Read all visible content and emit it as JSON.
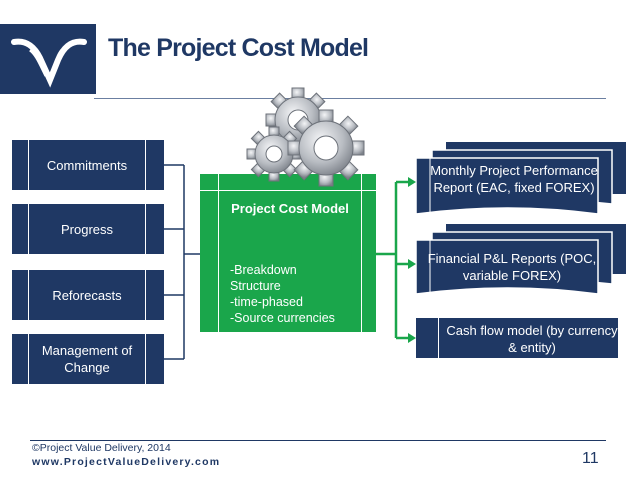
{
  "slide": {
    "title": "The Project Cost Model",
    "slide_number": "11"
  },
  "inputs": [
    {
      "label": "Commitments"
    },
    {
      "label": "Progress"
    },
    {
      "label": "Reforecasts"
    },
    {
      "label": "Management of Change"
    }
  ],
  "center": {
    "title": "Project Cost Model",
    "list": [
      "-Breakdown",
      "Structure",
      "-time-phased",
      "-Source currencies"
    ]
  },
  "outputs": [
    {
      "label": "Monthly Project Performance Report (EAC, fixed FOREX)"
    },
    {
      "label": "Financial P&L Reports (POC, variable FOREX)"
    },
    {
      "label": "Cash flow model (by currency & entity)"
    }
  ],
  "footer": {
    "copyright": "©Project Value Delivery, 2014",
    "url": "www.ProjectValueDelivery.com"
  },
  "colors": {
    "navy": "#1f3864",
    "green": "#1aa64b",
    "gear": "#b8bcc2"
  },
  "icons": [
    "company-logo-icon",
    "gears-icon",
    "arrow-icon"
  ]
}
